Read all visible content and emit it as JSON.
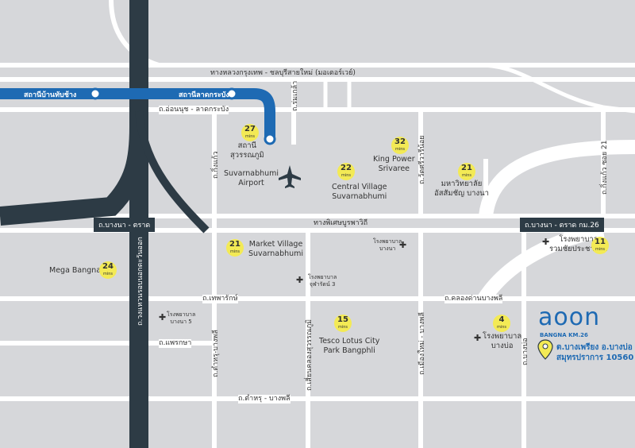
{
  "colors": {
    "background": "#d6d7da",
    "road": "#ffffff",
    "highway": "#2d3b45",
    "metro": "#1e6ab3",
    "badge": "#f3ea55",
    "brand": "#1e6ab3"
  },
  "roads": {
    "motorway_top": "ทางหลวงกรุงเทพ - ชลบุรีสายใหม่ (มอเตอร์เวย์)",
    "on_nut": "ถ.อ่อนนุช - ลาดกระบัง",
    "rom_klao": "ถ.ร่มเกล้า",
    "king_kaew": "ถ.กิ่งแก้ว",
    "wat_sri_wariya": "ถ.วัดศรีวารีน้อย",
    "king_kaew_21": "ถ.กิ่งแก้ว ซอย 21",
    "bangna_trat_left": "ถ.บางนา - ตราด",
    "special_way": "ทางพิเศษบูรพาวิถี",
    "bangna_trat_km26": "ถ.บางนา - ตราด กม.26",
    "kanchanaphisek": "ถ.วงแหวนรอบนอกตะวันออก",
    "thepharak": "ถ.เทพารักษ์",
    "khlong_dan": "ถ.คลองด่านบางพลี",
    "phraeksa": "ถ.แพรกษา",
    "tamru_bangphli_v": "ถ.ตำหรุ-บางพลี",
    "sian_khlong": "ถ.เสี่ยนคลองสุวรรณภูมิ",
    "mueang_mai": "ถ.เมืองใหม่ - บางพลี",
    "ban_pho": "ถ.บางบ่อ",
    "tamru_bangphli_h": "ถ.ตำหรุ - บางพลี"
  },
  "metro_stations": {
    "ban_thap_chang": "สถานีบ้านทับช้าง",
    "lat_krabang": "สถานีลาดกระบัง",
    "suvarnabhumi": "สถานี\nสุวรรณภูมิ"
  },
  "places": {
    "airport": "Suvarnabhumi\nAirport",
    "central_village": "Central Village\nSuvarnabhumi",
    "king_power": "King Power\nSrivaree",
    "university": "มหาวิทยาลัย\nอัสสัมชัญ บางนา",
    "market_village": "Market Village\nSuvarnabhumi",
    "mega_bangna": "Mega Bangna",
    "tesco": "Tesco Lotus City\nPark Bangphli",
    "hospital_bangna": "โรงพยาบาล\nบางนา",
    "hospital_chulararat3": "โรงพยาบาล\nจุฬารัตน์ 3",
    "hospital_ruamchai": "โรงพยาบาล\nรวมชัยประชารักษ์",
    "hospital_bangna5": "โรงพยาบาล\nบางนา 5",
    "hospital_bangbo": "โรงพยาบาล\nบางบ่อ"
  },
  "distances": {
    "unit": "mins",
    "metro_suvarnabhumi": "27",
    "central_village": "22",
    "king_power": "32",
    "university": "21",
    "market_village": "21",
    "mega_bangna": "24",
    "tesco": "15",
    "hospital_bangbo": "4",
    "hospital_ruamchai": "11"
  },
  "brand": {
    "logo": "aoon",
    "subtitle": "BANGNA KM.26",
    "address_line1": "ต.บางเพรียง อ.บางบ่อ",
    "address_line2": "สมุทรปราการ 10560"
  }
}
